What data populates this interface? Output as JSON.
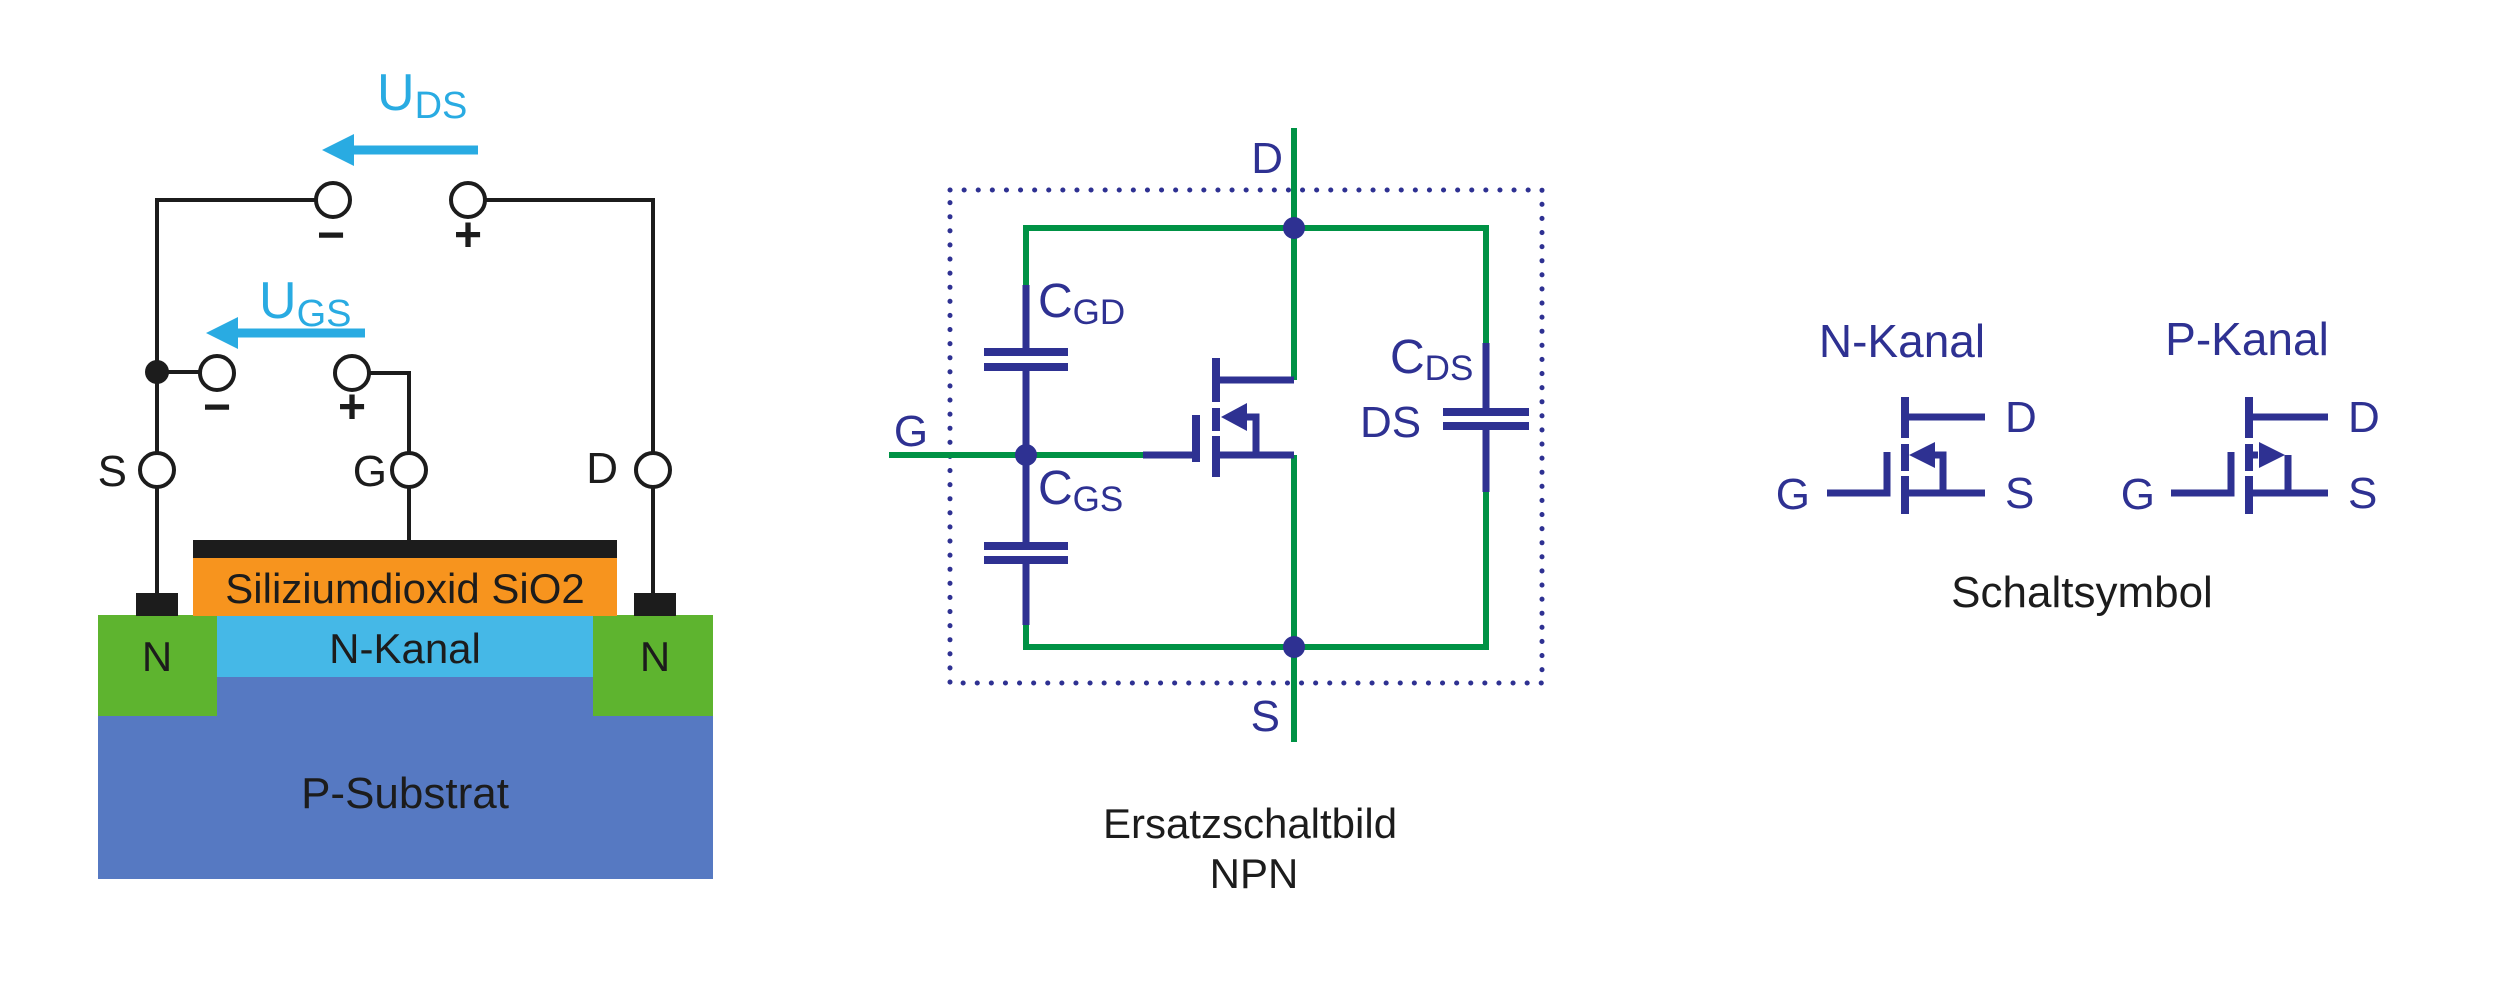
{
  "colors": {
    "ink": "#1c1c1c",
    "cyan": "#29ABE2",
    "orange": "#F7941E",
    "channel_blue": "#45B8E7",
    "region_green": "#5EB42F",
    "substrate_blue": "#5679C2",
    "indigo": "#2E3192",
    "wire_green": "#009245"
  },
  "structure_diagram": {
    "u_ds": {
      "base": "U",
      "sub": "DS"
    },
    "u_gs": {
      "base": "U",
      "sub": "GS"
    },
    "polarity": {
      "minus": "−",
      "plus": "+"
    },
    "terminals": {
      "source": "S",
      "gate": "G",
      "drain": "D"
    },
    "layers": {
      "oxide": "Siliziumdioxid SiO2",
      "channel": "N-Kanal",
      "n_region_left": "N",
      "n_region_right": "N",
      "substrate": "P-Substrat"
    }
  },
  "equivalent_circuit": {
    "terminals": {
      "drain": "D",
      "gate": "G",
      "source": "S"
    },
    "capacitors": {
      "c_gd": {
        "base": "C",
        "sub": "GD"
      },
      "c_gs": {
        "base": "C",
        "sub": "GS"
      },
      "c_ds": {
        "base": "C",
        "sub": "DS"
      },
      "ds_label": "DS"
    },
    "caption": {
      "line1": "Ersatzschaltbild",
      "line2": "NPN"
    }
  },
  "circuit_symbols": {
    "n_channel": {
      "title": "N-Kanal",
      "gate": "G",
      "drain": "D",
      "source": "S"
    },
    "p_channel": {
      "title": "P-Kanal",
      "gate": "G",
      "drain": "D",
      "source": "S"
    },
    "caption": "Schaltsymbol"
  }
}
